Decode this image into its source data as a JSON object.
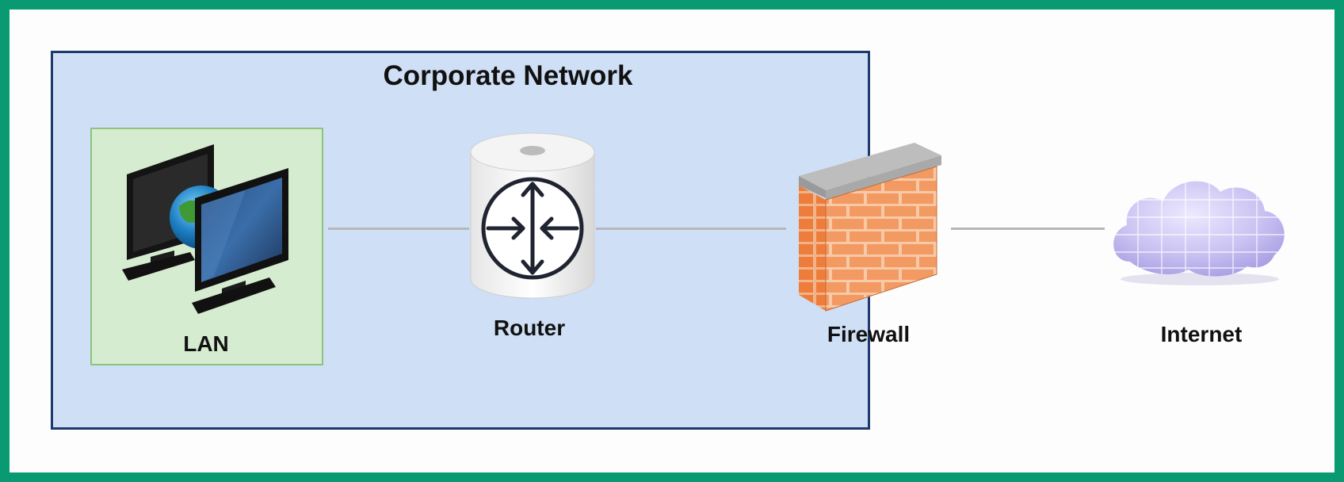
{
  "diagram": {
    "zone_title": "Corporate Network",
    "nodes": {
      "lan": {
        "label": "LAN",
        "icon": "computers-globe-icon"
      },
      "router": {
        "label": "Router",
        "icon": "router-icon"
      },
      "firewall": {
        "label": "Firewall",
        "icon": "brick-firewall-icon"
      },
      "internet": {
        "label": "Internet",
        "icon": "cloud-icon"
      }
    },
    "colors": {
      "frame": "#0a9a72",
      "zone_fill": "#cfdff5",
      "zone_border": "#1e3a6c",
      "lan_fill": "#d6ecd0",
      "lan_border": "#8cc37f",
      "brick": "#f0955a",
      "cloud": "#c9c2f2"
    },
    "links": [
      {
        "from": "LAN",
        "to": "Router"
      },
      {
        "from": "Router",
        "to": "Firewall"
      },
      {
        "from": "Firewall",
        "to": "Internet"
      }
    ]
  }
}
